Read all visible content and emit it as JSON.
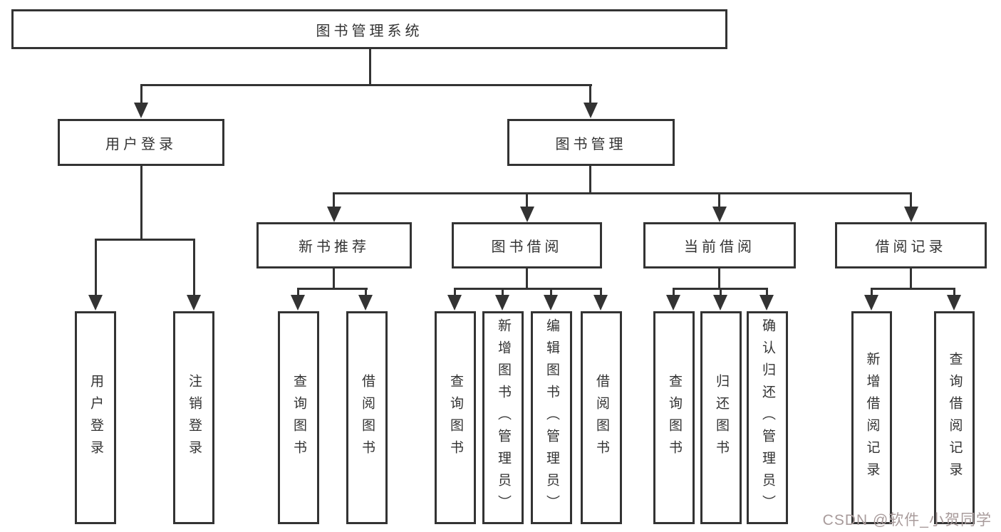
{
  "title": "图书管理系统",
  "colors": {
    "line": "#333333",
    "text": "#333333",
    "background": "#ffffff",
    "watermark": "#a89b9b"
  },
  "tree": {
    "root": "图书管理系统",
    "children": [
      {
        "label": "用户登录",
        "children": [
          "用户登录",
          "注销登录"
        ]
      },
      {
        "label": "图书管理",
        "children": [
          {
            "label": "新书推荐",
            "children": [
              "查询图书",
              "借阅图书"
            ]
          },
          {
            "label": "图书借阅",
            "children": [
              "查询图书",
              "新增图书（管理员）",
              "编辑图书（管理员）",
              "借阅图书"
            ]
          },
          {
            "label": "当前借阅",
            "children": [
              "查询图书",
              "归还图书",
              "确认归还（管理员）"
            ]
          },
          {
            "label": "借阅记录",
            "children": [
              "新增借阅记录",
              "查询借阅记录"
            ]
          }
        ]
      }
    ]
  },
  "watermark": {
    "text": "CSDN @软件_小贺同学"
  }
}
